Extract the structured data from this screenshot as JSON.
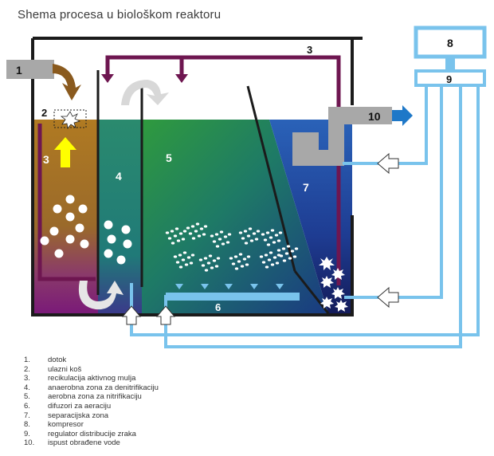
{
  "title": "Shema procesa u biološkom reaktoru",
  "labels": {
    "n1": "1",
    "n2": "2",
    "n3a": "3",
    "n3b": "3",
    "n4": "4",
    "n5": "5",
    "n6": "6",
    "n7": "7",
    "n8": "8",
    "n9": "9",
    "n10": "10"
  },
  "legend": [
    {
      "num": "1.",
      "text": "dotok"
    },
    {
      "num": "2.",
      "text": "ulazni koš"
    },
    {
      "num": "3.",
      "text": "recikulacija aktivnog mulja"
    },
    {
      "num": "4.",
      "text": "anaerobna zona za denitrifikaciju"
    },
    {
      "num": "5.",
      "text": "aerobna zona za nitrifikaciju"
    },
    {
      "num": "6.",
      "text": "difuzori za aeraciju"
    },
    {
      "num": "7.",
      "text": "separacijska zona"
    },
    {
      "num": "8.",
      "text": "kompresor"
    },
    {
      "num": "9.",
      "text": "regulator distribucije zraka"
    },
    {
      "num": "10.",
      "text": "ispust obrađene vode"
    }
  ],
  "colors": {
    "air_pipe": "#79c3ec",
    "recirculation": "#6e1650",
    "wall": "#1b1b1b",
    "outlet_arrow": "#1e78c8",
    "inflow_arrow": "#8a5a1e",
    "up_arrow": "#ffff00"
  }
}
